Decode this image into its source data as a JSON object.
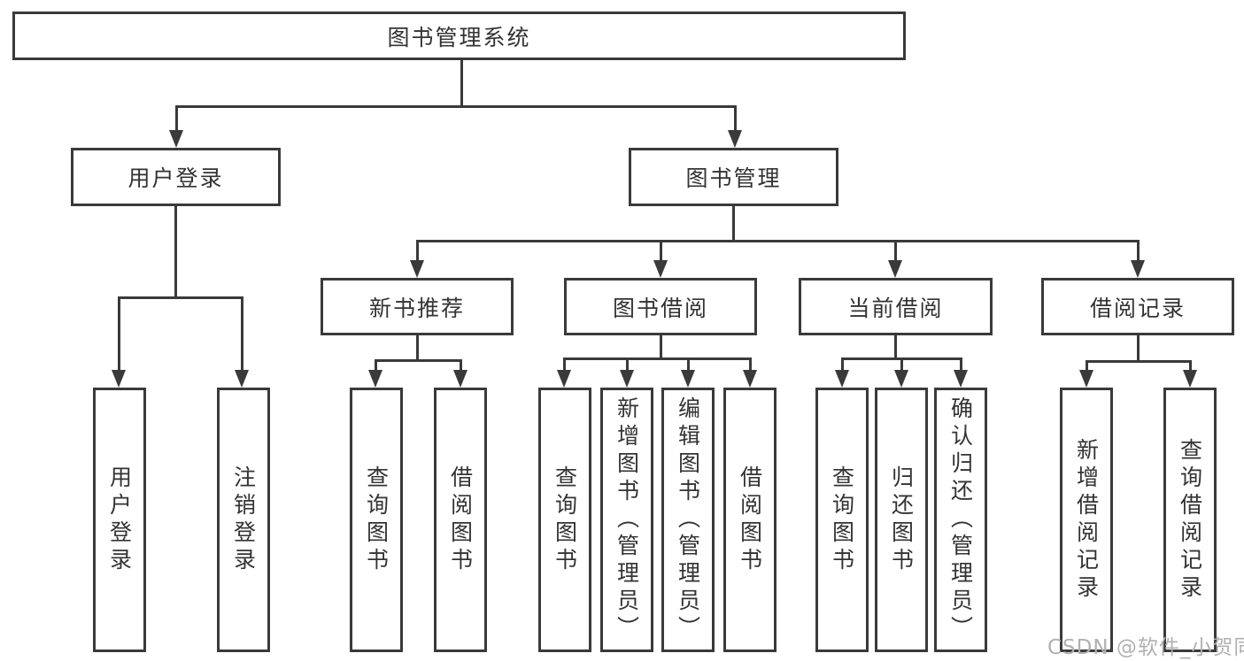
{
  "root": {
    "label": "图书管理系统"
  },
  "branches": [
    {
      "label": "用户登录",
      "children": [
        {
          "label": "用户登录"
        },
        {
          "label": "注销登录"
        }
      ]
    },
    {
      "label": "图书管理",
      "sections": [
        {
          "label": "新书推荐",
          "children": [
            {
              "label": "查询图书"
            },
            {
              "label": "借阅图书"
            }
          ]
        },
        {
          "label": "图书借阅",
          "children": [
            {
              "label": "查询图书"
            },
            {
              "label": "新增图书（管理员）"
            },
            {
              "label": "编辑图书（管理员）"
            },
            {
              "label": "借阅图书"
            }
          ]
        },
        {
          "label": "当前借阅",
          "children": [
            {
              "label": "查询图书"
            },
            {
              "label": "归还图书"
            },
            {
              "label": "确认归还（管理员）"
            }
          ]
        },
        {
          "label": "借阅记录",
          "children": [
            {
              "label": "新增借阅记录"
            },
            {
              "label": "查询借阅记录"
            }
          ]
        }
      ]
    }
  ],
  "watermark": {
    "text": "CSDN @软件_小贺同学"
  },
  "colors": {
    "line": "#3a3a3a",
    "text": "#333333",
    "box_background": "#ffffff",
    "watermark": "#b0b0b0"
  }
}
